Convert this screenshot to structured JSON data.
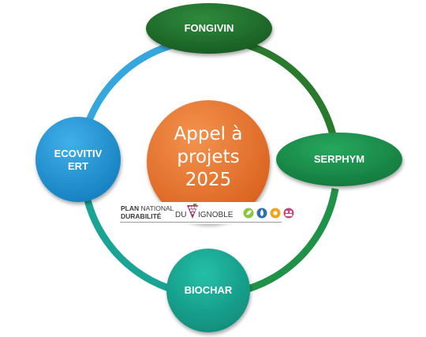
{
  "center": {
    "line1": "Appel à",
    "line2": "projets",
    "line3": "2025",
    "color": "#ec7430"
  },
  "nodes": {
    "top": {
      "label": "FONGIVIN",
      "color": "#1f6a2c"
    },
    "right": {
      "label": "SERPHYM",
      "color": "#1a8f4c"
    },
    "bottom": {
      "label": "BIOCHAR",
      "color": "#16a592"
    },
    "left": {
      "label_line1": "ECOVITIV",
      "label_line2": "ERT",
      "color": "#1c92d4"
    }
  },
  "ring": {
    "arc_top_right": "#2a7a2e",
    "arc_right_bottom": "#1f9247",
    "arc_bottom_left": "#1aa494",
    "arc_left_top": "#36a6de"
  },
  "logo": {
    "line1_bold": "PLAN",
    "line1_rest": "NATIONAL",
    "line2_bold": "DURABILITÉ",
    "du": "DU",
    "vignoble": "IGNOBLE",
    "icon_colors": [
      "#8cc63f",
      "#2f6fb2",
      "#f2a31b",
      "#c7457e"
    ]
  }
}
